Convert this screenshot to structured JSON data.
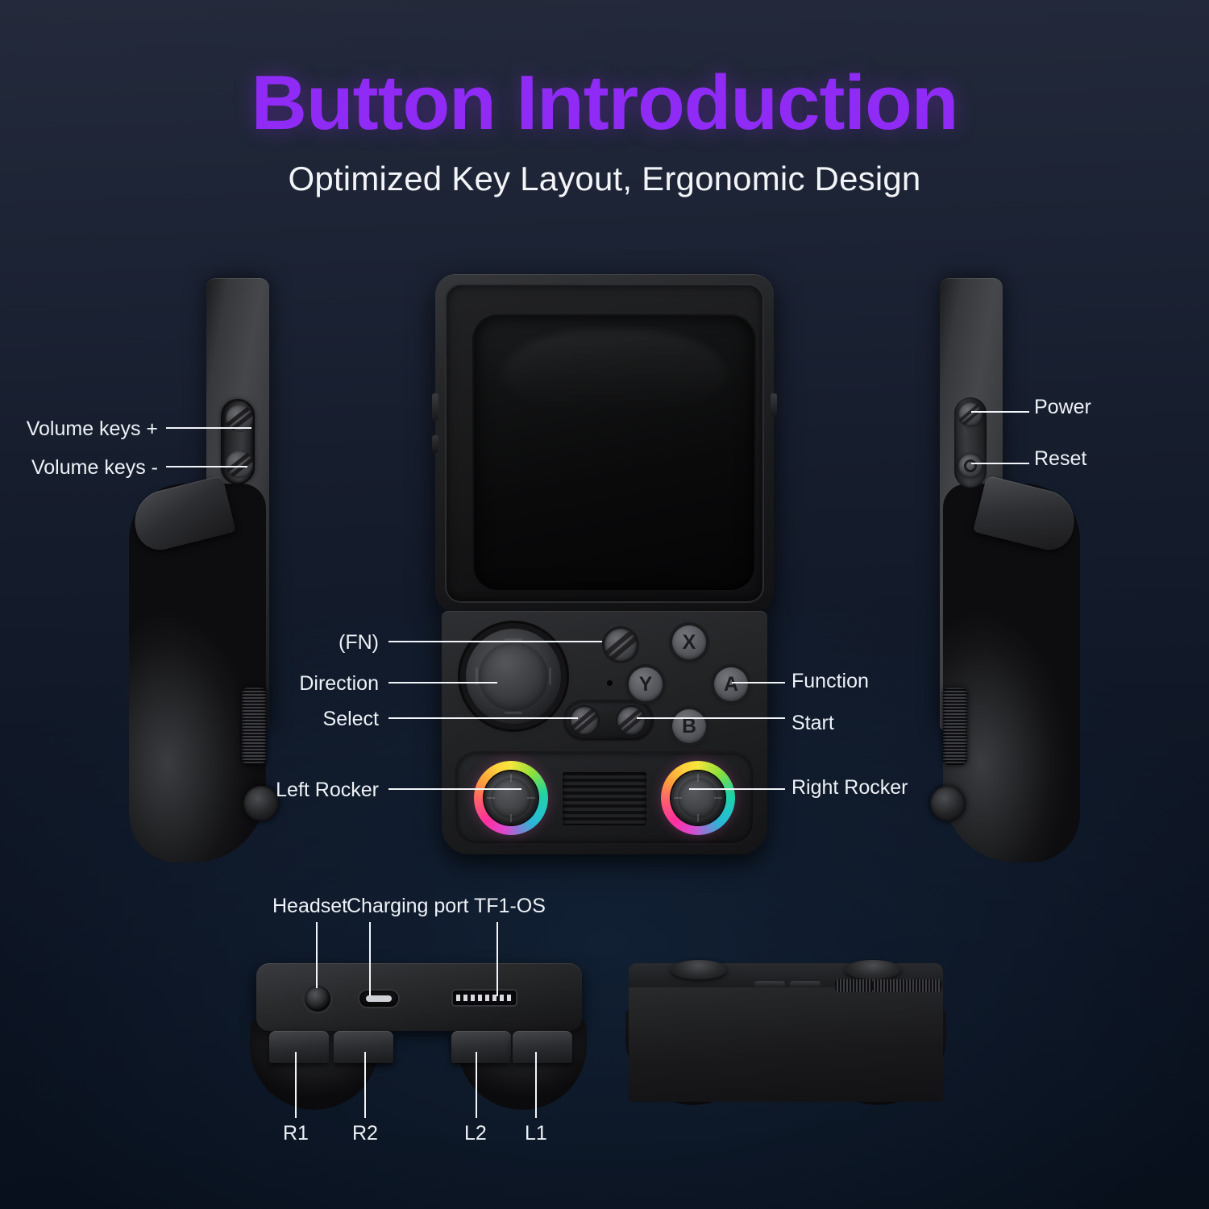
{
  "header": {
    "title": "Button Introduction",
    "subtitle": "Optimized Key Layout, Ergonomic Design",
    "title_color": "#8f2bf5",
    "subtitle_color": "#f2f4f8"
  },
  "background": {
    "top_color": "#242a3b",
    "bottom_color": "#08101c"
  },
  "callouts": {
    "left_side": [
      {
        "label": "Volume keys +"
      },
      {
        "label": "Volume keys -"
      }
    ],
    "right_side": [
      {
        "label": "Power"
      },
      {
        "label": "Reset"
      }
    ],
    "front_left": [
      {
        "label": "(FN)"
      },
      {
        "label": "Direction"
      },
      {
        "label": "Select"
      },
      {
        "label": "Left Rocker"
      }
    ],
    "front_right": [
      {
        "label": "Function"
      },
      {
        "label": "Start"
      },
      {
        "label": "Right Rocker"
      }
    ],
    "top_ports": [
      {
        "label": "Headset"
      },
      {
        "label": "Charging port"
      },
      {
        "label": "TF1-OS"
      }
    ],
    "triggers": [
      {
        "label": "R1"
      },
      {
        "label": "R2"
      },
      {
        "label": "L2"
      },
      {
        "label": "L1"
      }
    ]
  },
  "face_buttons": {
    "top": "X",
    "left": "Y",
    "right": "A",
    "bottom": "B"
  },
  "rgb_ring": {
    "colors": [
      "#f5e63c",
      "#8ee03a",
      "#22d3a0",
      "#23c8c2",
      "#2bb6d8",
      "#d84bd0",
      "#ff2fa0",
      "#ff5f6d",
      "#ff9f3c"
    ]
  }
}
